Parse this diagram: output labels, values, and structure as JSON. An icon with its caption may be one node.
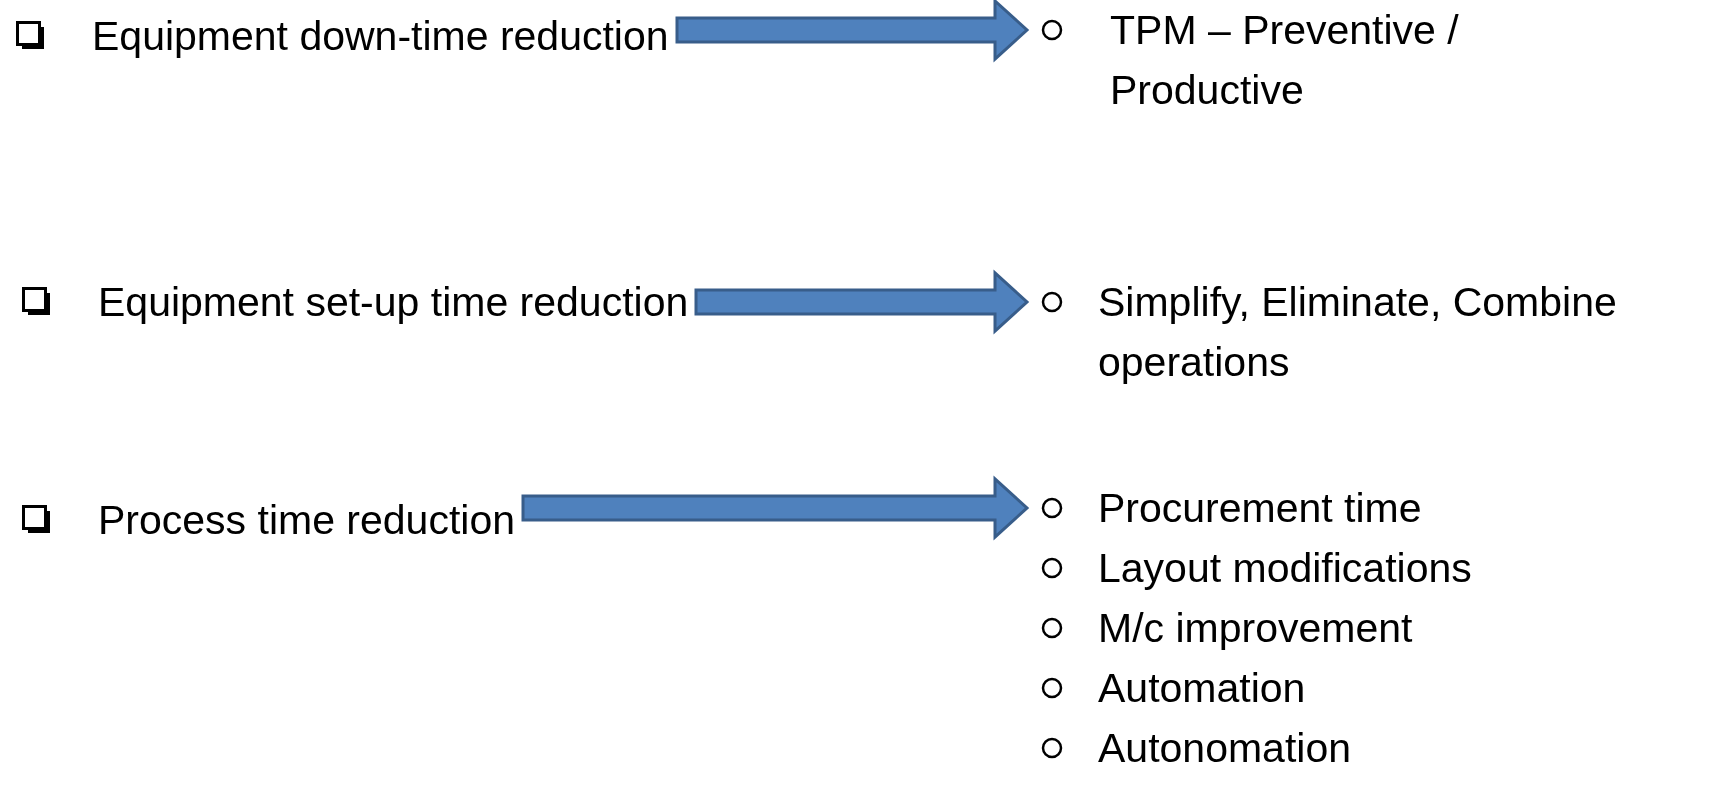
{
  "diagram": {
    "nodes": [
      {
        "text": [
          "Equipment down-time reduction"
        ]
      },
      {
        "text": [
          "Equipment set-up time reduction"
        ]
      },
      {
        "text": [
          "Process time reduction"
        ]
      },
      {
        "text": [
          "TPM – Preventive / Productive"
        ]
      },
      {
        "text": [
          "Simplify, Eliminate, Combine operations"
        ]
      },
      {
        "text": [
          "Procurement time",
          "Layout modifications",
          "M/c improvement",
          "Automation",
          "Autonomation"
        ]
      }
    ],
    "edges": [
      {
        "from": 0,
        "to": 3,
        "arrow": "to"
      },
      {
        "from": 1,
        "to": 4,
        "arrow": "to"
      },
      {
        "from": 2,
        "to": 5,
        "arrow": "to"
      }
    ]
  }
}
